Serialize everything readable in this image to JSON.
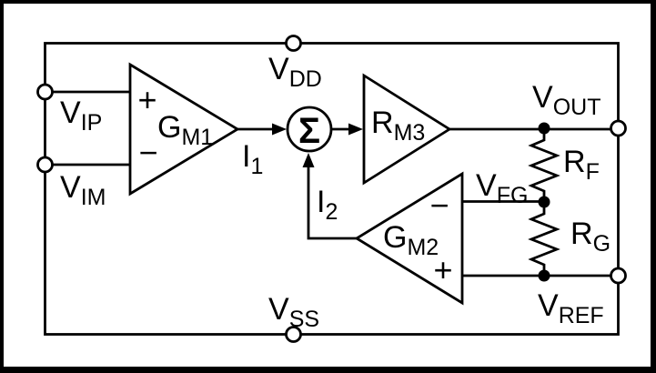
{
  "figure": {
    "type": "circuit-block-diagram",
    "colors": {
      "background": "#ffffff",
      "line": "#000000",
      "text": "#000000"
    },
    "labels": {
      "vdd": {
        "main": "V",
        "sub": "DD"
      },
      "vss": {
        "main": "V",
        "sub": "SS"
      },
      "vip": {
        "main": "V",
        "sub": "IP"
      },
      "vim": {
        "main": "V",
        "sub": "IM"
      },
      "vout": {
        "main": "V",
        "sub": "OUT"
      },
      "vfg": {
        "main": "V",
        "sub": "FG"
      },
      "vref": {
        "main": "V",
        "sub": "REF"
      },
      "gm1": {
        "main": "G",
        "sub": "M1"
      },
      "gm2": {
        "main": "G",
        "sub": "M2"
      },
      "rm3": {
        "main": "R",
        "sub": "M3"
      },
      "rf": {
        "main": "R",
        "sub": "F"
      },
      "rg": {
        "main": "R",
        "sub": "G"
      },
      "i1": {
        "main": "I",
        "sub": "1"
      },
      "i2": {
        "main": "I",
        "sub": "2"
      }
    },
    "symbols": {
      "sum": "Σ",
      "gm1_plus": "+",
      "gm1_minus": "−",
      "gm2_plus": "+",
      "gm2_minus": "−"
    }
  }
}
